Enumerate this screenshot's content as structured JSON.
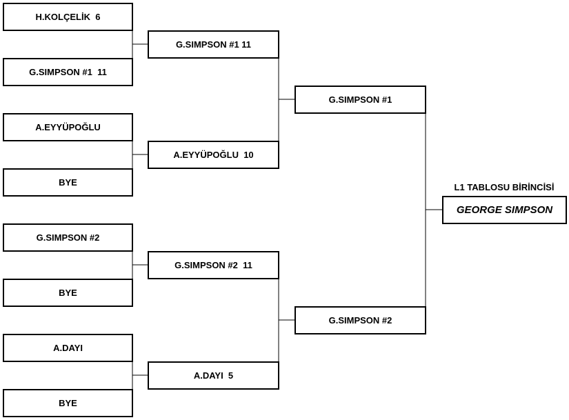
{
  "bracket": {
    "round1": [
      {
        "label": "H.KOLÇELİK  6"
      },
      {
        "label": "G.SIMPSON #1  11"
      },
      {
        "label": "A.EYYÜPOĞLU"
      },
      {
        "label": "BYE"
      },
      {
        "label": "G.SIMPSON #2"
      },
      {
        "label": "BYE"
      },
      {
        "label": "A.DAYI"
      },
      {
        "label": "BYE"
      }
    ],
    "round2": [
      {
        "label": "G.SIMPSON #1 11"
      },
      {
        "label": "A.EYYÜPOĞLU  10"
      },
      {
        "label": "G.SIMPSON #2  11"
      },
      {
        "label": "A.DAYI  5"
      }
    ],
    "round3": [
      {
        "label": "G.SIMPSON #1"
      },
      {
        "label": "G.SIMPSON #2"
      }
    ],
    "champion": {
      "title": "L1 TABLOSU BİRİNCİSİ",
      "name": "GEORGE SIMPSON"
    }
  }
}
